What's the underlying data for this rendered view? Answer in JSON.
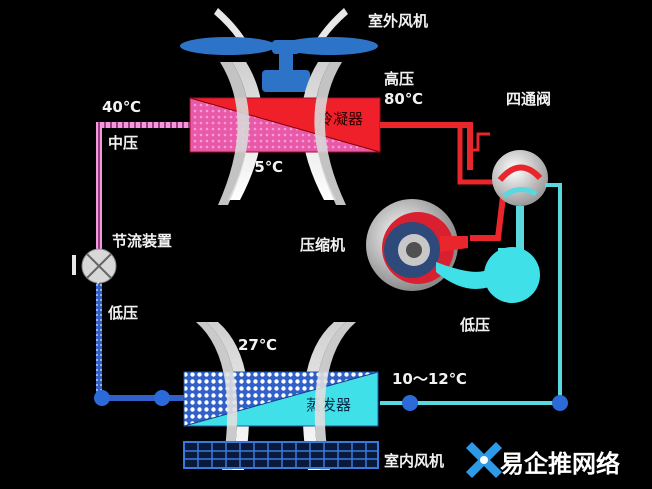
{
  "labels": {
    "outdoor_fan": "室外风机",
    "high_pressure": "高压",
    "temp_80": "80℃",
    "four_way_valve": "四通阀",
    "temp_40": "40℃",
    "medium_pressure": "中压",
    "condenser": "冷凝器",
    "temp_35": "35℃",
    "compressor": "压缩机",
    "throttle_device": "节流装置",
    "low_pressure_left": "低压",
    "low_pressure_right": "低压",
    "temp_27": "27℃",
    "temp_10_12": "10～12℃",
    "evaporator": "蒸发器",
    "indoor_fan": "室内风机"
  },
  "watermark": "易企推网络",
  "colors": {
    "background": "#000000",
    "high_pressure_line": "#e8262c",
    "medium_pressure_line": "#f29ad8",
    "low_pressure_line": "#5ad8e0",
    "node": "#2b6ad8",
    "condenser_red": "#f0202a",
    "condenser_pink": "#e85aa8",
    "evaporator_cyan": "#3fe0e8",
    "evaporator_blue": "#3060c8",
    "fan_blue": "#2d74c8",
    "airflow_white": "#e8e8e8"
  }
}
